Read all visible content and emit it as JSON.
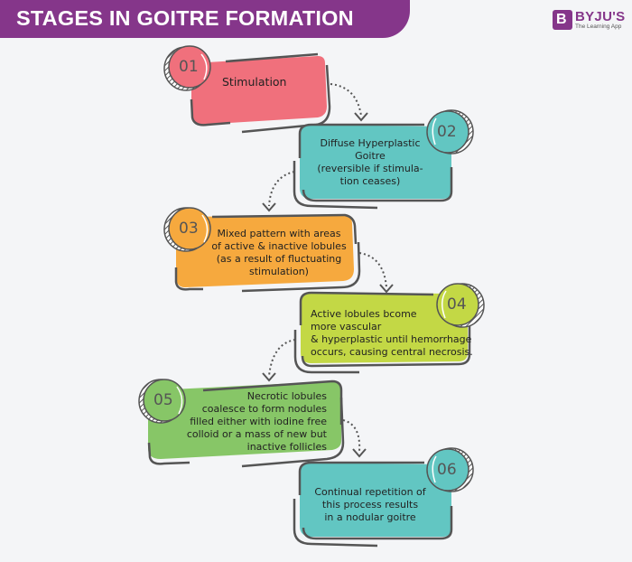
{
  "header": {
    "title": "STAGES IN GOITRE FORMATION",
    "brand_color": "#85368a"
  },
  "logo": {
    "mark": "B",
    "name": "BYJU'S",
    "tagline": "The Learning App"
  },
  "stages": [
    {
      "number": "01",
      "text": "Stimulation",
      "color": "#f0707c"
    },
    {
      "number": "02",
      "lines": [
        "Diffuse Hyperplastic",
        "Goitre",
        "(reversible if stimula-",
        "tion ceases)"
      ],
      "color": "#62c6c2"
    },
    {
      "number": "03",
      "lines": [
        "Mixed pattern with areas",
        "of active & inactive lobules",
        "(as a result of fluctuating",
        "stimulation)"
      ],
      "color": "#f6a93e"
    },
    {
      "number": "04",
      "lines": [
        "Active lobules bcome",
        "more vascular",
        "& hyperplastic until hemorrhage",
        "occurs, causing central necrosis."
      ],
      "color": "#c3d845"
    },
    {
      "number": "05",
      "lines": [
        "Necrotic lobules",
        "coalesce to form nodules",
        "filled either with iodine free",
        "colloid or a mass of new but",
        "inactive follicles"
      ],
      "color": "#87c667"
    },
    {
      "number": "06",
      "lines": [
        "Continual repetition of",
        "this process results",
        "in a nodular goitre"
      ],
      "color": "#62c6c2"
    }
  ]
}
